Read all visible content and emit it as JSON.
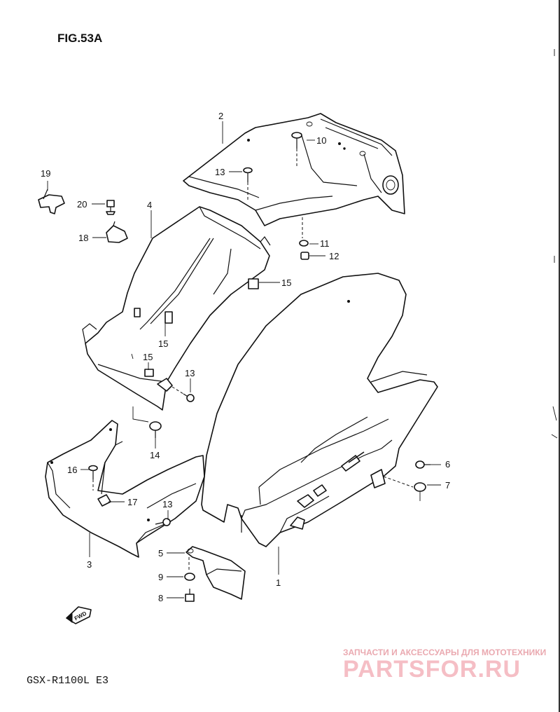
{
  "figure_title": "FIG.53A",
  "model_code": "GSX-R1100L  E3",
  "fwd_label": "FWD",
  "watermark": {
    "tagline": "ЗАПЧАСТИ И АКСЕССУАРЫ ДЛЯ МОТОТЕХНИКИ",
    "brand": "PARTSFOR.RU"
  },
  "callouts": {
    "c1": "1",
    "c2": "2",
    "c3": "3",
    "c4": "4",
    "c5": "5",
    "c6": "6",
    "c7": "7",
    "c8": "8",
    "c9": "9",
    "c10": "10",
    "c11": "11",
    "c12": "12",
    "c13a": "13",
    "c13b": "13",
    "c13c": "13",
    "c14": "14",
    "c15a": "15",
    "c15b": "15",
    "c15c": "15",
    "c16": "16",
    "c17": "17",
    "c18": "18",
    "c19": "19",
    "c20": "20"
  },
  "colors": {
    "ink": "#111111",
    "watermark": "#f4b8bf"
  }
}
